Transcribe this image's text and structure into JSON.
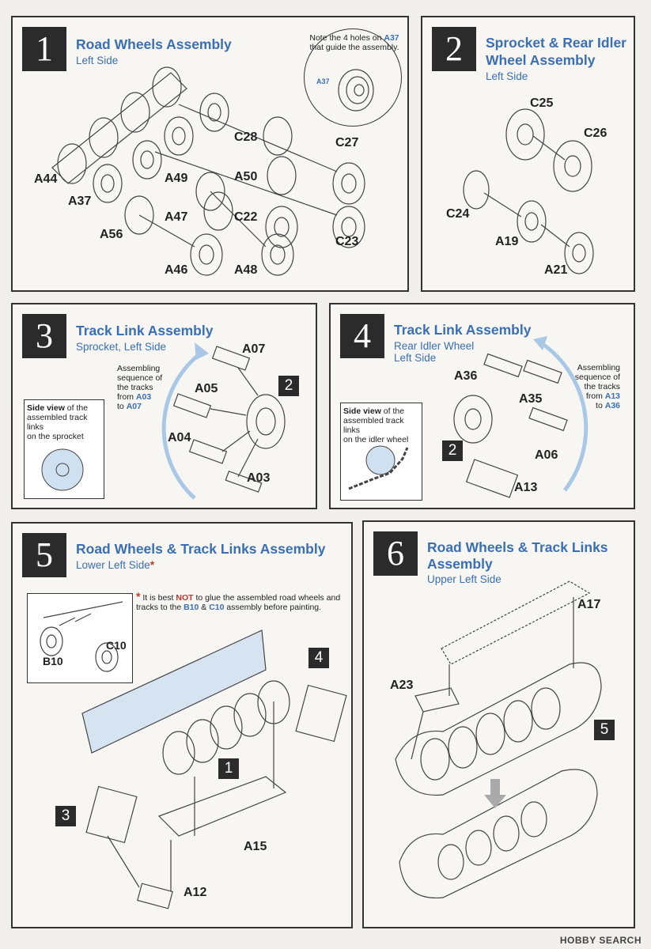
{
  "steps": [
    {
      "number": "1",
      "title": "Road Wheels Assembly",
      "subtitle": "Left Side",
      "note_text": "Note the 4 holes on ",
      "note_part": "A37",
      "note_text2": "that guide the assembly.",
      "inset_label": "A37",
      "parts": [
        "C28",
        "C27",
        "A44",
        "A49",
        "A50",
        "A37",
        "A47",
        "C22",
        "C23",
        "A56",
        "A46",
        "A48"
      ]
    },
    {
      "number": "2",
      "title": "Sprocket & Rear Idler Wheel Assembly",
      "title_line1": "Sprocket & Rear Idler",
      "title_line2": "Wheel Assembly",
      "subtitle": "Left Side",
      "parts": [
        "C25",
        "C26",
        "C24",
        "A19",
        "A21"
      ]
    },
    {
      "number": "3",
      "title": "Track Link Assembly",
      "subtitle": "Sprocket, Left Side",
      "seq_line1": "Assembling",
      "seq_line2": "sequence of",
      "seq_line3": "the tracks",
      "seq_line4": "from",
      "seq_from": "A03",
      "seq_line5": "to",
      "seq_to": "A07",
      "side_bold": "Side view",
      "side_rest1": " of the",
      "side_line2": "assembled track links",
      "side_line3": "on the sprocket",
      "badge": "2",
      "parts": [
        "A07",
        "A05",
        "A04",
        "A03"
      ]
    },
    {
      "number": "4",
      "title": "Track Link Assembly",
      "subtitle_line1": "Rear Idler Wheel",
      "subtitle_line2": "Left Side",
      "seq_line1": "Assembling",
      "seq_line2": "sequence of",
      "seq_line3": "the tracks",
      "seq_line4": "from",
      "seq_from": "A13",
      "seq_line5": "to",
      "seq_to": "A36",
      "side_bold": "Side view",
      "side_rest1": " of the",
      "side_line2": "assembled track links",
      "side_line3": "on the idler wheel",
      "badge": "2",
      "parts": [
        "A36",
        "A35",
        "A06",
        "A13"
      ]
    },
    {
      "number": "5",
      "title": "Road Wheels & Track Links Assembly",
      "subtitle": "Lower Left Side",
      "subtitle_mark": "*",
      "warn_mark": "*",
      "warn_1": "It is best ",
      "warn_not": "NOT",
      "warn_2": " to glue the assembled road wheels and",
      "warn_3": "tracks to the ",
      "warn_b10": "B10",
      "warn_amp": " & ",
      "warn_c10": "C10",
      "warn_4": " assembly before painting.",
      "badges": [
        "4",
        "1",
        "3"
      ],
      "parts": [
        "C10",
        "B10",
        "A15",
        "A12"
      ]
    },
    {
      "number": "6",
      "title_line1": "Road Wheels & Track Links",
      "title_line2": "Assembly",
      "subtitle": "Upper Left Side",
      "badge": "5",
      "parts": [
        "A17",
        "A23"
      ]
    }
  ],
  "footer": "HOBBY SEARCH"
}
